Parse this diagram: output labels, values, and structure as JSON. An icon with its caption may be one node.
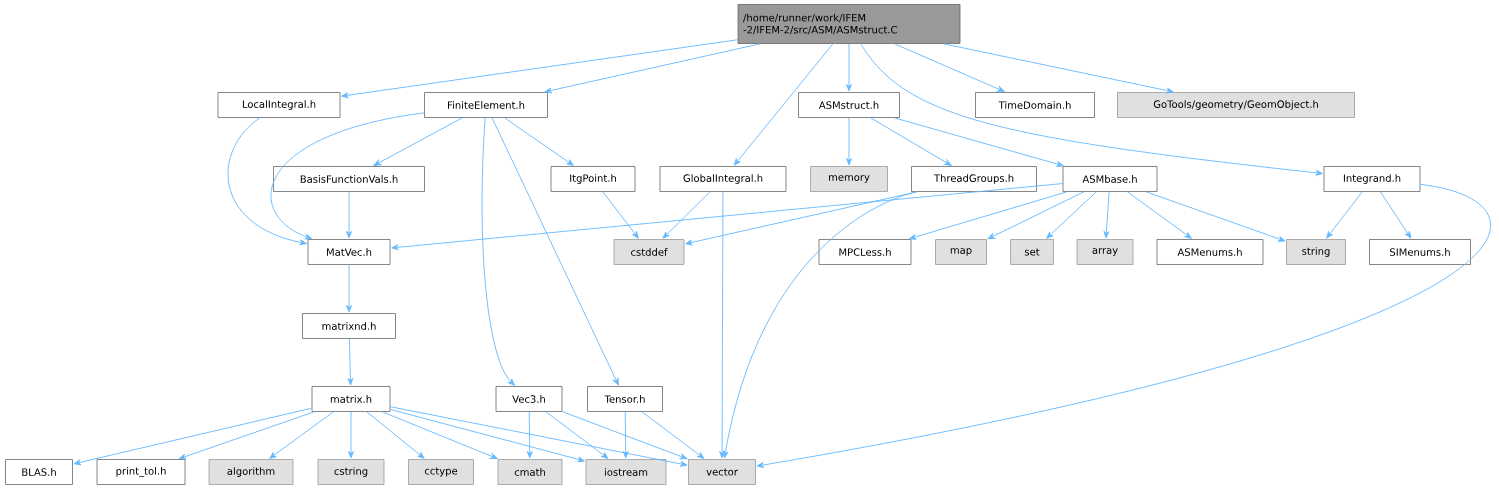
{
  "diagram": {
    "nodes": [
      {
        "text": [
          "/home/runner/work/IFEM -2/IFEM-2/src/ASM/ASMstruct.C"
        ]
      },
      {
        "text": [
          "LocalIntegral.h"
        ]
      },
      {
        "text": [
          "FiniteElement.h"
        ]
      },
      {
        "text": [
          "ASMstruct.h"
        ]
      },
      {
        "text": [
          "TimeDomain.h"
        ]
      },
      {
        "text": [
          "GoTools/geometry/GeomObject.h"
        ]
      },
      {
        "text": [
          "BasisFunctionVals.h"
        ]
      },
      {
        "text": [
          "ItgPoint.h"
        ]
      },
      {
        "text": [
          "GlobalIntegral.h"
        ]
      },
      {
        "text": [
          "memory"
        ]
      },
      {
        "text": [
          "ThreadGroups.h"
        ]
      },
      {
        "text": [
          "ASMbase.h"
        ]
      },
      {
        "text": [
          "Integrand.h"
        ]
      },
      {
        "text": [
          "MatVec.h"
        ]
      },
      {
        "text": [
          "cstddef"
        ]
      },
      {
        "text": [
          "MPCLess.h"
        ]
      },
      {
        "text": [
          "map"
        ]
      },
      {
        "text": [
          "set"
        ]
      },
      {
        "text": [
          "array"
        ]
      },
      {
        "text": [
          "ASMenums.h"
        ]
      },
      {
        "text": [
          "string"
        ]
      },
      {
        "text": [
          "SIMenums.h"
        ]
      },
      {
        "text": [
          "matrixnd.h"
        ]
      },
      {
        "text": [
          "matrix.h"
        ]
      },
      {
        "text": [
          "Vec3.h"
        ]
      },
      {
        "text": [
          "Tensor.h"
        ]
      },
      {
        "text": [
          "BLAS.h"
        ]
      },
      {
        "text": [
          "print_tol.h"
        ]
      },
      {
        "text": [
          "algorithm"
        ]
      },
      {
        "text": [
          "cstring"
        ]
      },
      {
        "text": [
          "cctype"
        ]
      },
      {
        "text": [
          "cmath"
        ]
      },
      {
        "text": [
          "iostream"
        ]
      },
      {
        "text": [
          "vector"
        ]
      }
    ],
    "edges": [
      {
        "from": 0,
        "to": 1,
        "arrow": "to"
      },
      {
        "from": 0,
        "to": 2,
        "arrow": "to"
      },
      {
        "from": 0,
        "to": 8,
        "arrow": "to"
      },
      {
        "from": 0,
        "to": 3,
        "arrow": "to"
      },
      {
        "from": 0,
        "to": 4,
        "arrow": "to"
      },
      {
        "from": 0,
        "to": 5,
        "arrow": "to"
      },
      {
        "from": 0,
        "to": 12,
        "arrow": "to"
      },
      {
        "from": 1,
        "to": 13,
        "arrow": "to"
      },
      {
        "from": 2,
        "to": 13,
        "arrow": "to"
      },
      {
        "from": 2,
        "to": 6,
        "arrow": "to"
      },
      {
        "from": 2,
        "to": 7,
        "arrow": "to"
      },
      {
        "from": 2,
        "to": 24,
        "arrow": "to"
      },
      {
        "from": 2,
        "to": 25,
        "arrow": "to"
      },
      {
        "from": 6,
        "to": 13,
        "arrow": "to"
      },
      {
        "from": 7,
        "to": 14,
        "arrow": "to"
      },
      {
        "from": 8,
        "to": 14,
        "arrow": "to"
      },
      {
        "from": 8,
        "to": 33,
        "arrow": "to"
      },
      {
        "from": 3,
        "to": 9,
        "arrow": "to"
      },
      {
        "from": 3,
        "to": 10,
        "arrow": "to"
      },
      {
        "from": 3,
        "to": 11,
        "arrow": "to"
      },
      {
        "from": 10,
        "to": 14,
        "arrow": "to"
      },
      {
        "from": 10,
        "to": 33,
        "arrow": "to"
      },
      {
        "from": 11,
        "to": 13,
        "arrow": "to"
      },
      {
        "from": 11,
        "to": 15,
        "arrow": "to"
      },
      {
        "from": 11,
        "to": 16,
        "arrow": "to"
      },
      {
        "from": 11,
        "to": 17,
        "arrow": "to"
      },
      {
        "from": 11,
        "to": 18,
        "arrow": "to"
      },
      {
        "from": 11,
        "to": 19,
        "arrow": "to"
      },
      {
        "from": 11,
        "to": 20,
        "arrow": "to"
      },
      {
        "from": 12,
        "to": 20,
        "arrow": "to"
      },
      {
        "from": 12,
        "to": 21,
        "arrow": "to"
      },
      {
        "from": 12,
        "to": 33,
        "arrow": "to"
      },
      {
        "from": 13,
        "to": 22,
        "arrow": "to"
      },
      {
        "from": 22,
        "to": 23,
        "arrow": "to"
      },
      {
        "from": 23,
        "to": 26,
        "arrow": "to"
      },
      {
        "from": 23,
        "to": 27,
        "arrow": "to"
      },
      {
        "from": 23,
        "to": 28,
        "arrow": "to"
      },
      {
        "from": 23,
        "to": 29,
        "arrow": "to"
      },
      {
        "from": 23,
        "to": 30,
        "arrow": "to"
      },
      {
        "from": 23,
        "to": 31,
        "arrow": "to"
      },
      {
        "from": 23,
        "to": 32,
        "arrow": "to"
      },
      {
        "from": 23,
        "to": 33,
        "arrow": "to"
      },
      {
        "from": 24,
        "to": 31,
        "arrow": "to"
      },
      {
        "from": 24,
        "to": 32,
        "arrow": "to"
      },
      {
        "from": 24,
        "to": 33,
        "arrow": "to"
      },
      {
        "from": 25,
        "to": 32,
        "arrow": "to"
      },
      {
        "from": 25,
        "to": 33,
        "arrow": "to"
      }
    ]
  }
}
